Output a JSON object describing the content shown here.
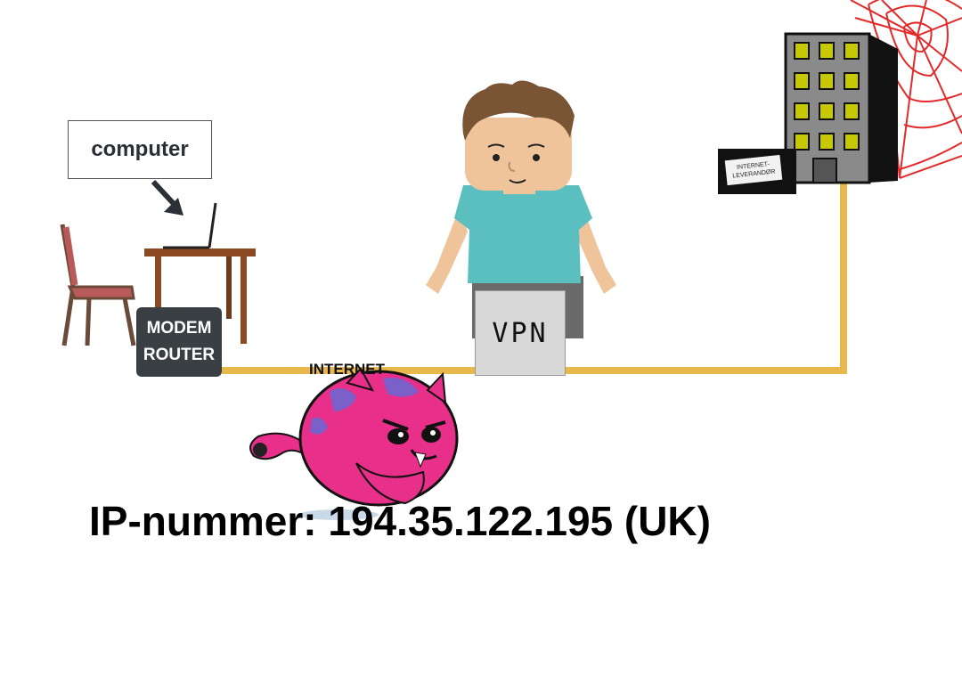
{
  "labels": {
    "computer": "computer",
    "router_line1": "MODEM",
    "router_line2": "ROUTER",
    "vpn": "VPN",
    "internet": "INTERNET",
    "isp_line1": "INTERNET-",
    "isp_line2": "LEVERANDØR"
  },
  "ip_text": "IP-nummer: 194.35.122.195 (UK)",
  "colors": {
    "cable": "#e8b84a",
    "router": "#3a3f44",
    "cat": "#e8308a",
    "web": "#e32a2a",
    "building": "#8a8a8a",
    "window": "#c8c800",
    "shirt": "#5bbfbf",
    "hair": "#7a5535",
    "skin": "#f0c49a"
  },
  "icons": [
    "chair-icon",
    "desk-icon",
    "laptop-icon",
    "arrow-icon",
    "person-icon",
    "building-icon",
    "spider-web-icon",
    "monster-cat-icon"
  ]
}
